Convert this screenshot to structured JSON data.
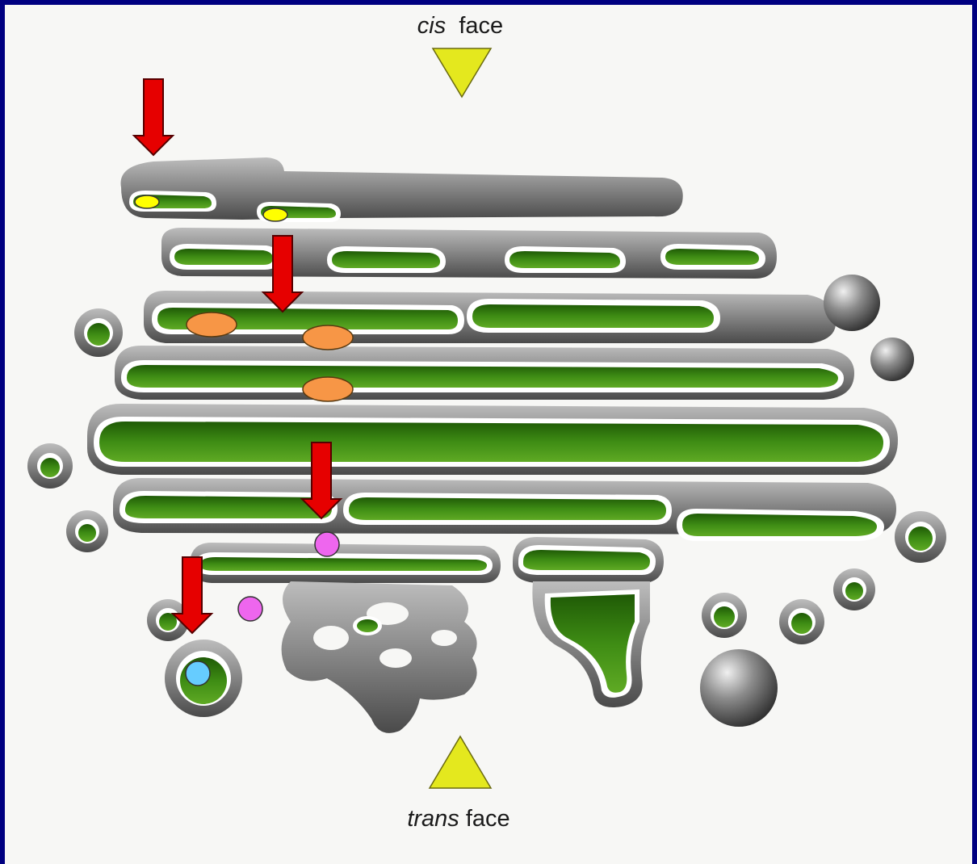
{
  "cis_face": {
    "qualifier": "cis",
    "word": "face"
  },
  "trans_face": {
    "qualifier": "trans",
    "word": "face"
  },
  "colors": {
    "frame": "#000080",
    "background": "#f7f7f5",
    "membrane": "#7d7d7d",
    "lumen": "#3c8a12",
    "face_triangle": "#e4e81e",
    "arrow": "#e60000",
    "marker_yellow": "#ffff00",
    "marker_orange": "#f79646",
    "marker_pink": "#ee66ee",
    "marker_blue": "#66ccff"
  },
  "structure": "golgi-stack-cross-section",
  "markers": [
    {
      "id": "yellow-1",
      "color": "yellow",
      "shape": "oval"
    },
    {
      "id": "yellow-2",
      "color": "yellow",
      "shape": "oval"
    },
    {
      "id": "orange-1",
      "color": "orange",
      "shape": "oval"
    },
    {
      "id": "orange-2",
      "color": "orange",
      "shape": "oval"
    },
    {
      "id": "orange-3",
      "color": "orange",
      "shape": "oval"
    },
    {
      "id": "pink-1",
      "color": "pink",
      "shape": "circle"
    },
    {
      "id": "pink-2",
      "color": "pink",
      "shape": "circle"
    },
    {
      "id": "blue-1",
      "color": "blue",
      "shape": "circle"
    }
  ],
  "arrows": [
    {
      "id": "arrow-1",
      "direction": "down"
    },
    {
      "id": "arrow-2",
      "direction": "down"
    },
    {
      "id": "arrow-3",
      "direction": "down"
    },
    {
      "id": "arrow-4",
      "direction": "down"
    }
  ]
}
